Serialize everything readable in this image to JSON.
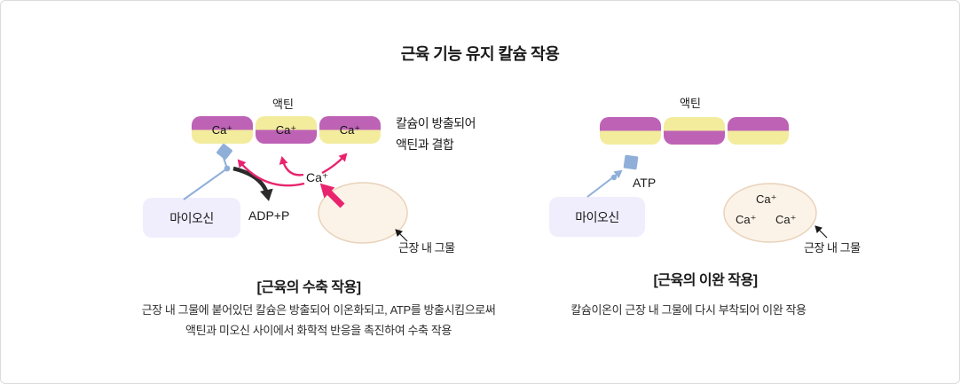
{
  "title": "근육 기능 유지 칼슘 작용",
  "colors": {
    "actin_purple": "#be62b6",
    "actin_yellow": "#f3ec9d",
    "myosin_lavender": "#f0edfd",
    "link_blue": "#8fafd9",
    "arrow_pink": "#e8246e",
    "reticulum_cream_fill": "#fcf3e8",
    "reticulum_cream_border": "#e9d2ba",
    "adp_arrow_black": "#2b2b2b"
  },
  "left": {
    "actin_label": "액틴",
    "blocks": [
      {
        "label": "Ca⁺"
      },
      {
        "label": "Ca⁺"
      },
      {
        "label": "Ca⁺"
      }
    ],
    "release_note_line1": "칼슘이 방출되어",
    "release_note_line2": "액틴과 결합",
    "ca_ion_label": "Ca⁺",
    "myosin_label": "마이오신",
    "adp_label": "ADP+P",
    "reticulum_label": "근장 내 그물",
    "caption": "[근육의 수축 작용]",
    "description_line1": "근장 내 그물에 붙어있던 칼슘은 방출되어 이온화되고, ATP를 방출시킴으로써",
    "description_line2": "액틴과 미오신 사이에서 화학적 반응을 촉진하여 수축 작용"
  },
  "right": {
    "actin_label": "액틴",
    "atp_label": "ATP",
    "myosin_label": "마이오신",
    "ca_ion_labels": [
      "Ca⁺",
      "Ca⁺",
      "Ca⁺"
    ],
    "reticulum_label": "근장 내 그물",
    "caption": "[근육의 이완 작용]",
    "description_line1": "칼슘이온이 근장 내 그물에 다시 부착되어 이완 작용"
  }
}
